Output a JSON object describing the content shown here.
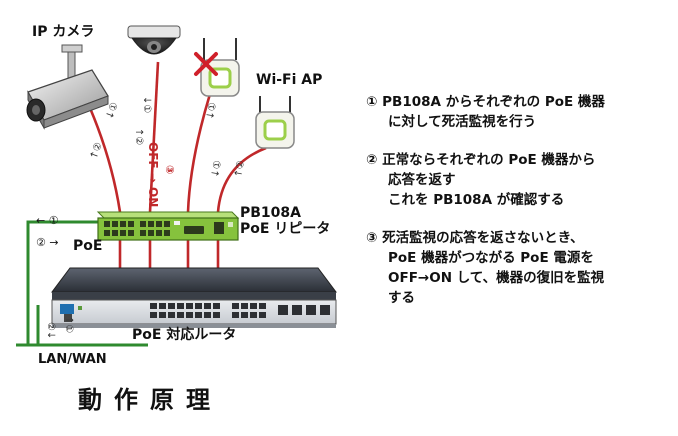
{
  "title": "動作原理",
  "labels": {
    "ip_camera": "IP カメラ",
    "wifi_ap": "Wi-Fi AP",
    "off_on": "OFF → ON",
    "step3_marker": "③",
    "repeater_model": "PB108A",
    "repeater_type": "PoE リピータ",
    "step1_arrow": "← ①",
    "step2_arrow": "② →",
    "poe": "PoE",
    "poe_router": "PoE 対応ルータ",
    "lan_wan": "LAN/WAN"
  },
  "steps": [
    {
      "lines": [
        "① PB108A からそれぞれの PoE 機器",
        "に対して死活監視を行う"
      ]
    },
    {
      "lines": [
        "② 正常ならそれぞれの PoE 機器から",
        "応答を返す",
        "これを PB108A が確認する"
      ]
    },
    {
      "lines": [
        "③ 死活監視の応答を返さないとき、",
        "PoE 機器がつながる PoE 電源を",
        "OFF→ON して、機器の復旧を監視",
        "する"
      ]
    }
  ],
  "colors": {
    "poe_cable": "#c0282a",
    "lan_line": "#2f8a2f",
    "repeater_body": "#86c23d",
    "failure_mark": "#d0202a"
  }
}
